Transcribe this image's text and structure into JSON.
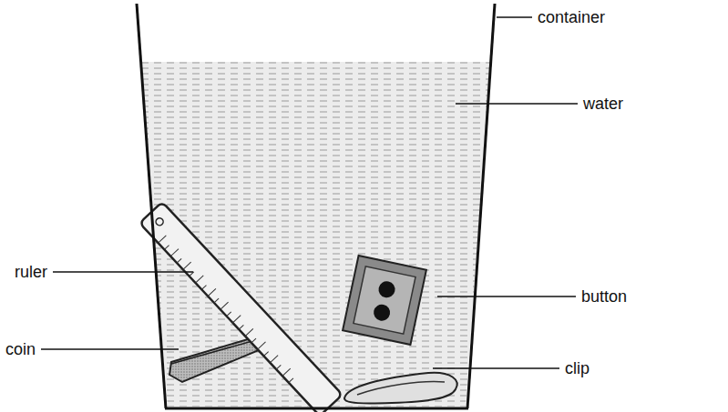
{
  "diagram": {
    "labels": [
      "container",
      "water",
      "ruler",
      "button",
      "coin",
      "clip"
    ]
  }
}
